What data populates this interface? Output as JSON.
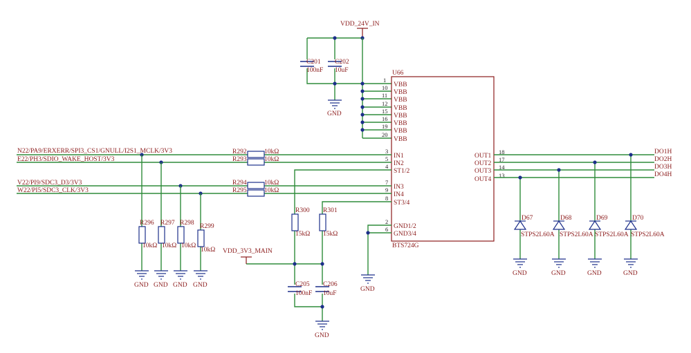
{
  "supply": {
    "vdd24": "VDD_24V_IN",
    "vdd33": "VDD_3V3_MAIN"
  },
  "caps": [
    {
      "ref": "C201",
      "value": "100nF"
    },
    {
      "ref": "C202",
      "value": "10uF"
    },
    {
      "ref": "C205",
      "value": "100nF"
    },
    {
      "ref": "C206",
      "value": "10uF"
    }
  ],
  "resistors_series": [
    {
      "ref": "R292",
      "value": "10kΩ"
    },
    {
      "ref": "R293",
      "value": "10kΩ"
    },
    {
      "ref": "R294",
      "value": "10kΩ"
    },
    {
      "ref": "R295",
      "value": "10kΩ"
    }
  ],
  "resistors_pulldown": [
    {
      "ref": "R296",
      "value": "10kΩ"
    },
    {
      "ref": "R297",
      "value": "10kΩ"
    },
    {
      "ref": "R298",
      "value": "10kΩ"
    },
    {
      "ref": "R299",
      "value": "10kΩ"
    }
  ],
  "resistors_status": [
    {
      "ref": "R300",
      "value": "15kΩ"
    },
    {
      "ref": "R301",
      "value": "15kΩ"
    }
  ],
  "nets_in": [
    "N22/PA9/ERXERR/SPI3_CS1/GNULL/I2S1_MCLK/3V3",
    "E22/PH3/SDIO_WAKE_HOST/3V3",
    "V22/PI9/SDC3_D3/3V3",
    "W22/PI5/SDC3_CLK/3V3"
  ],
  "ic": {
    "ref": "U66",
    "part": "BTS724G",
    "vbb_pins": [
      "1",
      "10",
      "11",
      "12",
      "15",
      "16",
      "19",
      "20"
    ],
    "vbb_label": "VBB",
    "left_pins": [
      {
        "num": "3",
        "name": "IN1"
      },
      {
        "num": "5",
        "name": "IN2"
      },
      {
        "num": "4",
        "name": "ST1/2"
      },
      {
        "num": "7",
        "name": "IN3"
      },
      {
        "num": "9",
        "name": "IN4"
      },
      {
        "num": "8",
        "name": "ST3/4"
      },
      {
        "num": "2",
        "name": "GND1/2"
      },
      {
        "num": "6",
        "name": "GND3/4"
      }
    ],
    "right_pins": [
      {
        "num": "18",
        "name": "OUT1"
      },
      {
        "num": "17",
        "name": "OUT2"
      },
      {
        "num": "14",
        "name": "OUT3"
      },
      {
        "num": "13",
        "name": "OUT4"
      }
    ]
  },
  "outputs": [
    "DO1H",
    "DO2H",
    "DO3H",
    "DO4H"
  ],
  "diodes": [
    {
      "ref": "D67",
      "part": "STPS2L60A"
    },
    {
      "ref": "D68",
      "part": "STPS2L60A"
    },
    {
      "ref": "D69",
      "part": "STPS2L60A"
    },
    {
      "ref": "D70",
      "part": "STPS2L60A"
    }
  ],
  "gnd_label": "GND",
  "colors": {
    "wire": "#2e8b3a",
    "component": "#8b1a1a",
    "symbol": "#1c2e8a"
  }
}
